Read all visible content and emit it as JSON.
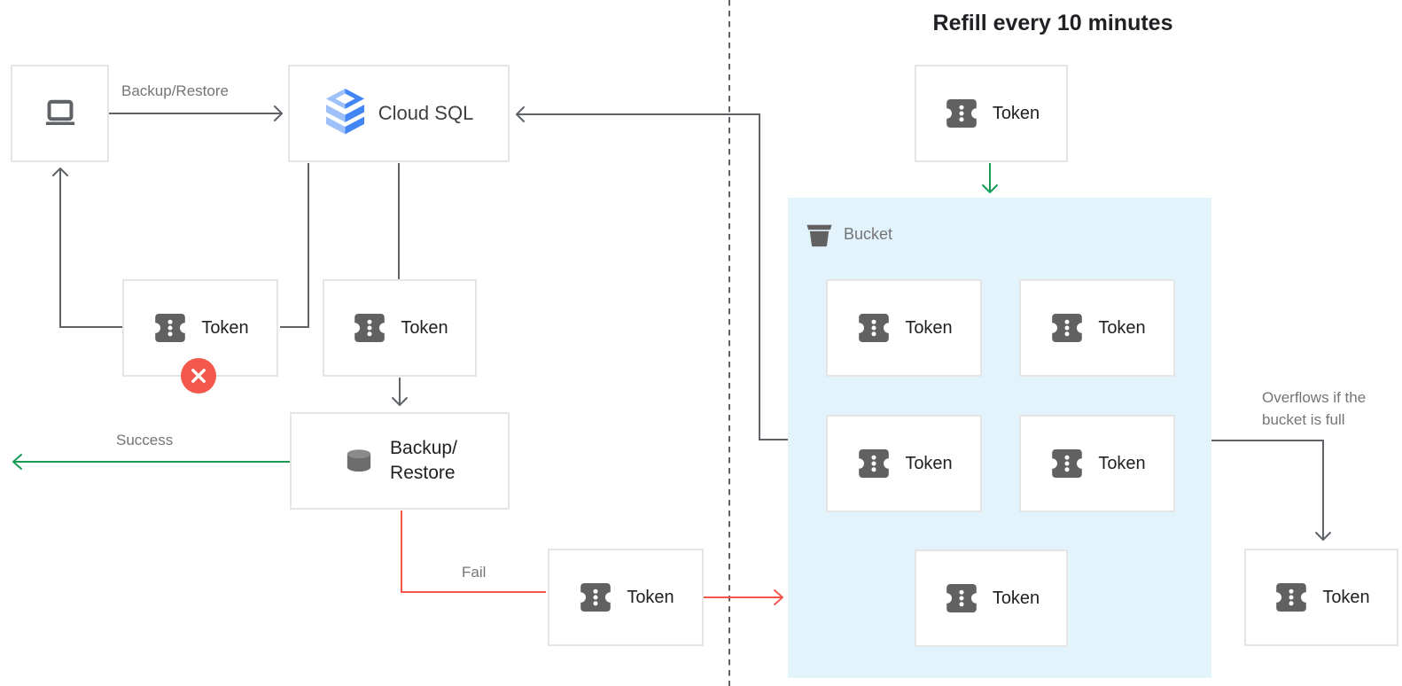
{
  "diagram_title": "Refill every 10 minutes",
  "colors": {
    "arrow_gray": "#5f6368",
    "success_green": "#189b55",
    "fail_red": "#f4564c",
    "bucket_fill": "#e2f3fc",
    "box_border": "#e5e5e5",
    "label_gray": "#757575",
    "text_dark": "#212121",
    "icon_gray": "#616161",
    "cloud_sql_blue": "#4285f4",
    "cloud_sql_light_blue": "#9ec1fa",
    "badge_red": "#f4584c"
  },
  "nodes": {
    "client": {
      "icon": "laptop-icon"
    },
    "cloud_sql": {
      "label": "Cloud SQL",
      "icon": "cloud-sql-icon"
    },
    "token_denied": {
      "label": "Token",
      "icon": "token-icon",
      "badge": "error-x-badge"
    },
    "token_consume": {
      "label": "Token",
      "icon": "token-icon"
    },
    "backup_restore": {
      "label_line1": "Backup/",
      "label_line2": "Restore",
      "icon": "database-icon"
    },
    "token_fail": {
      "label": "Token",
      "icon": "token-icon"
    },
    "token_refill": {
      "label": "Token",
      "icon": "token-icon"
    },
    "token_overflow": {
      "label": "Token",
      "icon": "token-icon"
    },
    "bucket": {
      "label": "Bucket",
      "icon": "bucket-icon",
      "tokens": [
        "Token",
        "Token",
        "Token",
        "Token",
        "Token"
      ]
    }
  },
  "edge_labels": {
    "request": "Backup/Restore",
    "success": "Success",
    "fail": "Fail",
    "overflow": "Overflows if the bucket is full"
  }
}
